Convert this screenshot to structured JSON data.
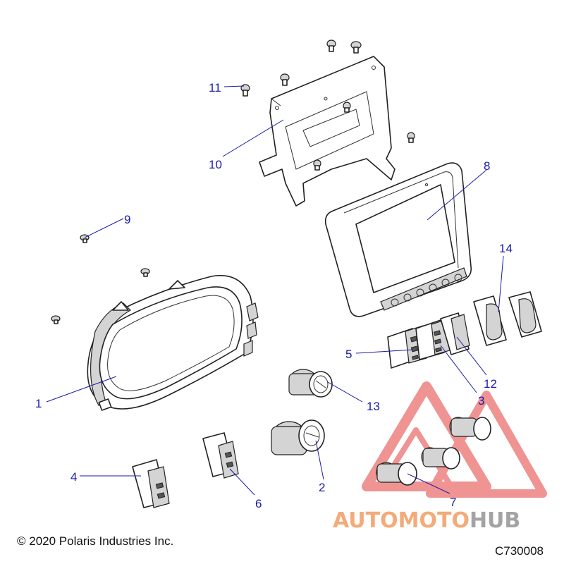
{
  "callouts": {
    "c1": "1",
    "c2": "2",
    "c3": "3",
    "c4": "4",
    "c5": "5",
    "c6": "6",
    "c7": "7",
    "c8": "8",
    "c9": "9",
    "c10": "10",
    "c11": "11",
    "c12": "12",
    "c13": "13",
    "c14": "14"
  },
  "footer": {
    "copyright": "© 2020 Polaris Industries Inc.",
    "diagram_code": "C730008"
  },
  "watermark": {
    "text_auto": "AUTO",
    "text_moto": "MOTO",
    "text_hub": "HUB",
    "color_primary": "#f2a36b",
    "color_secondary": "#9a9a9a",
    "color_triangle": "#e23b3b"
  }
}
